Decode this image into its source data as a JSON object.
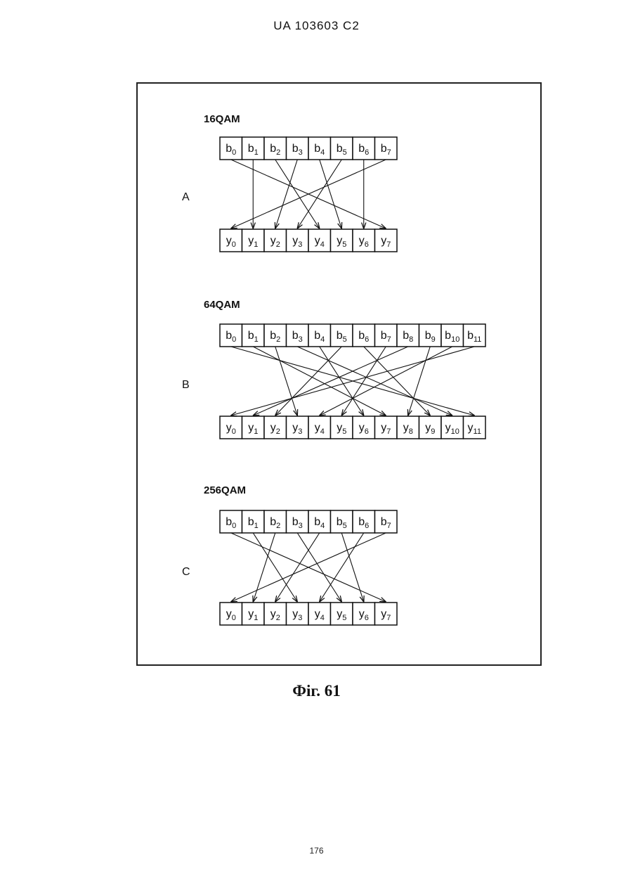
{
  "header": "UA   103603   C2",
  "caption": "Фіг. 61",
  "page_number": "176",
  "panels": [
    {
      "letter": "A",
      "title": "16QAM",
      "inputs": [
        "b0",
        "b1",
        "b2",
        "b3",
        "b4",
        "b5",
        "b6",
        "b7"
      ],
      "outputs": [
        "y0",
        "y1",
        "y2",
        "y3",
        "y4",
        "y5",
        "y6",
        "y7"
      ],
      "mapping": [
        [
          0,
          7
        ],
        [
          1,
          1
        ],
        [
          2,
          4
        ],
        [
          3,
          2
        ],
        [
          4,
          5
        ],
        [
          5,
          3
        ],
        [
          6,
          6
        ],
        [
          7,
          0
        ]
      ]
    },
    {
      "letter": "B",
      "title": "64QAM",
      "inputs": [
        "b0",
        "b1",
        "b2",
        "b3",
        "b4",
        "b5",
        "b6",
        "b7",
        "b8",
        "b9",
        "b10",
        "b11"
      ],
      "outputs": [
        "y0",
        "y1",
        "y2",
        "y3",
        "y4",
        "y5",
        "y6",
        "y7",
        "y8",
        "y9",
        "y10",
        "y11"
      ],
      "mapping": [
        [
          0,
          11
        ],
        [
          1,
          7
        ],
        [
          2,
          3
        ],
        [
          3,
          10
        ],
        [
          4,
          6
        ],
        [
          5,
          2
        ],
        [
          6,
          9
        ],
        [
          7,
          5
        ],
        [
          8,
          1
        ],
        [
          9,
          8
        ],
        [
          10,
          4
        ],
        [
          11,
          0
        ]
      ]
    },
    {
      "letter": "C",
      "title": "256QAM",
      "inputs": [
        "b0",
        "b1",
        "b2",
        "b3",
        "b4",
        "b5",
        "b6",
        "b7"
      ],
      "outputs": [
        "y0",
        "y1",
        "y2",
        "y3",
        "y4",
        "y5",
        "y6",
        "y7"
      ],
      "mapping": [
        [
          0,
          7
        ],
        [
          1,
          3
        ],
        [
          2,
          1
        ],
        [
          3,
          5
        ],
        [
          4,
          2
        ],
        [
          5,
          6
        ],
        [
          6,
          4
        ],
        [
          7,
          0
        ]
      ]
    }
  ]
}
